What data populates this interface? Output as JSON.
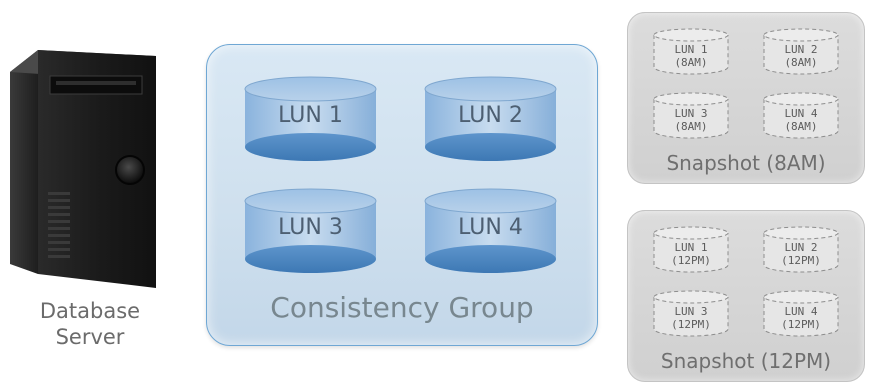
{
  "server": {
    "label_line1": "Database",
    "label_line2": "Server"
  },
  "consistency_group": {
    "title": "Consistency Group",
    "luns": [
      "LUN 1",
      "LUN 2",
      "LUN 3",
      "LUN 4"
    ]
  },
  "snapshots": [
    {
      "title": "Snapshot (8AM)",
      "luns": [
        {
          "name": "LUN 1",
          "time": "(8AM)"
        },
        {
          "name": "LUN 2",
          "time": "(8AM)"
        },
        {
          "name": "LUN 3",
          "time": "(8AM)"
        },
        {
          "name": "LUN 4",
          "time": "(8AM)"
        }
      ]
    },
    {
      "title": "Snapshot (12PM)",
      "luns": [
        {
          "name": "LUN 1",
          "time": "(12PM)"
        },
        {
          "name": "LUN 2",
          "time": "(12PM)"
        },
        {
          "name": "LUN 3",
          "time": "(12PM)"
        },
        {
          "name": "LUN 4",
          "time": "(12PM)"
        }
      ]
    }
  ],
  "colors": {
    "group_border": "#6fa7d4",
    "lun_blue": "#8fb7dd",
    "snapshot_gray": "#d0d0d0"
  }
}
